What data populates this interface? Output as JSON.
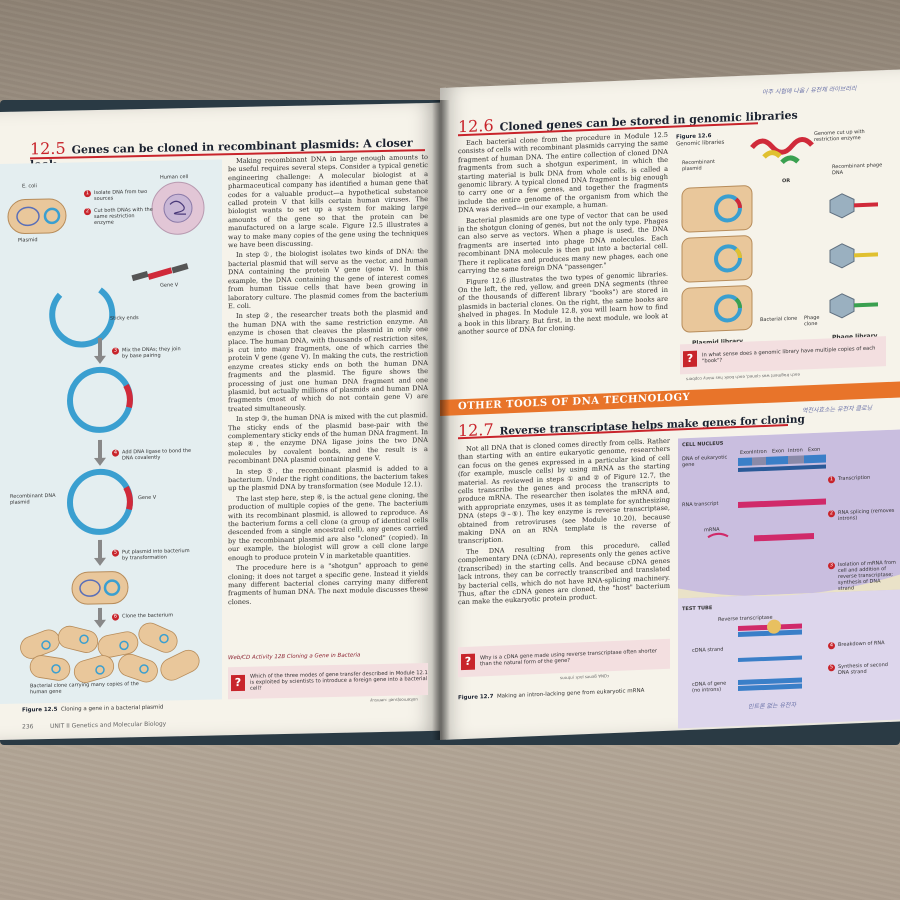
{
  "left_page": {
    "section_number": "12.5",
    "heading": "Genes can be cloned in recombinant plasmids: A closer look",
    "figure": {
      "label_ecoli": "E. coli",
      "label_human_cell": "Human cell",
      "label_plasmid": "Plasmid",
      "label_sticky_ends": "Sticky ends",
      "label_gene_v": "Gene V",
      "label_recombinant": "Recombinant DNA plasmid",
      "label_bacterial_clone": "Bacterial clone carrying many copies of the human gene",
      "steps": [
        {
          "n": "1",
          "text": "Isolate DNA from two sources"
        },
        {
          "n": "2",
          "text": "Cut both DNAs with the same restriction enzyme"
        },
        {
          "n": "3",
          "text": "Mix the DNAs; they join by base pairing"
        },
        {
          "n": "4",
          "text": "Add DNA ligase to bond the DNA covalently"
        },
        {
          "n": "5",
          "text": "Put plasmid into bacterium by transformation"
        },
        {
          "n": "6",
          "text": "Clone the bacterium"
        }
      ],
      "caption_label": "Figure 12.5",
      "caption_text": "Cloning a gene in a bacterial plasmid"
    },
    "paragraphs": [
      "Making recombinant DNA in large enough amounts to be useful requires several steps. Consider a typical genetic engineering challenge: A molecular biologist at a pharmaceutical company has identified a human gene that codes for a valuable product—a hypothetical substance called protein V that kills certain human viruses. The biologist wants to set up a system for making large amounts of the gene so that the protein can be manufactured on a large scale. Figure 12.5 illustrates a way to make many copies of the gene using the techniques we have been discussing.",
      "In step ①, the biologist isolates two kinds of DNA: the bacterial plasmid that will serve as the vector, and human DNA containing the protein V gene (gene V). In this example, the DNA containing the gene of interest comes from human tissue cells that have been growing in laboratory culture. The plasmid comes from the bacterium E. coli.",
      "In step ②, the researcher treats both the plasmid and the human DNA with the same restriction enzyme. An enzyme is chosen that cleaves the plasmid in only one place. The human DNA, with thousands of restriction sites, is cut into many fragments, one of which carries the protein V gene (gene V). In making the cuts, the restriction enzyme creates sticky ends on both the human DNA fragments and the plasmid. The figure shows the processing of just one human DNA fragment and one plasmid, but actually millions of plasmids and human DNA fragments (most of which do not contain gene V) are treated simultaneously.",
      "In step ③, the human DNA is mixed with the cut plasmid. The sticky ends of the plasmid base-pair with the complementary sticky ends of the human DNA fragment. In step ④, the enzyme DNA ligase joins the two DNA molecules by covalent bonds, and the result is a recombinant DNA plasmid containing gene V.",
      "In step ⑤, the recombinant plasmid is added to a bacterium. Under the right conditions, the bacterium takes up the plasmid DNA by transformation (see Module 12.1).",
      "The last step here, step ⑥, is the actual gene cloning, the production of multiple copies of the gene. The bacterium with its recombinant plasmid, is allowed to reproduce. As the bacterium forms a cell clone (a group of identical cells descended from a single ancestral cell), any genes carried by the recombinant plasmid are also \"cloned\" (copied). In our example, the biologist will grow a cell clone large enough to produce protein V in marketable quantities.",
      "The procedure here is a \"shotgun\" approach to gene cloning; it does not target a specific gene. Instead it yields many different bacterial clones carrying many different fragments of human DNA. The next module discusses these clones."
    ],
    "web_activity": "Web/CD Activity 12B  Cloning a Gene in Bacteria",
    "question": "Which of the three modes of gene transfer described in Module 12.1 is exploited by scientists to introduce a foreign gene into a bacterial cell?",
    "answer_footer": "uoitemoojsueil :uemsuy",
    "page_number": "236",
    "running_head": "UNIT II   Genetics and Molecular Biology"
  },
  "right_page": {
    "section_126_number": "12.6",
    "section_126_heading": "Cloned genes can be stored in genomic libraries",
    "paragraphs_126": [
      "Each bacterial clone from the procedure in Module 12.5 consists of cells with recombinant plasmids carrying the same fragment of human DNA. The entire collection of cloned DNA fragments from such a shotgun experiment, in which the starting material is bulk DNA from whole cells, is called a genomic library. A typical cloned DNA fragment is big enough to carry one or a few genes, and together the fragments include the entire genome of the organism from which the DNA was derived—in our example, a human.",
      "Bacterial plasmids are one type of vector that can be used in the shotgun cloning of genes, but not the only type. Phages can also serve as vectors. When a phage is used, the DNA fragments are inserted into phage DNA molecules. Each recombinant DNA molecule is then put into a bacterial cell. There it replicates and produces many new phages, each one carrying the same foreign DNA \"passenger.\"",
      "Figure 12.6 illustrates the two types of genomic libraries. On the left, the red, yellow, and green DNA segments (three of the thousands of different library \"books\") are stored in plasmids in bacterial clones. On the right, the same books are shelved in phages. In Module 12.8, you will learn how to find a book in this library. But first, in the next module, we look at another source of DNA for cloning."
    ],
    "fig126": {
      "title": "Figure 12.6",
      "subtitle": "Genomic libraries",
      "label_genome": "Genome cut up with restriction enzyme",
      "label_recomb_plasmid": "Recombinant plasmid",
      "label_or": "OR",
      "label_recomb_phage": "Recombinant phage DNA",
      "label_bacterial_clone": "Bacterial clone",
      "label_phage_clone": "Phage clone",
      "label_plasmid_library": "Plasmid library",
      "label_phage_library": "Phage library",
      "question": "In what sense does a genomic library have multiple copies of each \"book\"?",
      "answer_footer": "sɹaqdoɔ ʎuɐɯ sɐɥ ʞooq ɥɔɐǝ 'pǝuolɔ sɐʍ ʇuǝɯƃɐɹɟ ɥɔɐǝ"
    },
    "banner": "OTHER TOOLS OF DNA TECHNOLOGY",
    "section_127_number": "12.7",
    "section_127_heading": "Reverse transcriptase helps make genes for cloning",
    "paragraphs_127": [
      "Not all DNA that is cloned comes directly from cells. Rather than starting with an entire eukaryotic genome, researchers can focus on the genes expressed in a particular kind of cell (for example, muscle cells) by using mRNA as the starting material. As reviewed in steps ① and ② of Figure 12.7, the cells transcribe the genes and process the transcripts to produce mRNA. The researcher then isolates the mRNA and, with appropriate enzymes, uses it as template for synthesizing DNA (steps ③–⑤). The key enzyme is reverse transcriptase, obtained from retroviruses (see Module 10.20), because making DNA on an RNA template is the reverse of transcription.",
      "The DNA resulting from this procedure, called complementary DNA (cDNA), represents only the genes active (transcribed) in the starting cells. And because cDNA genes lack introns, they can be correctly transcribed and translated by bacterial cells, which do not have RNA-splicing machinery. Thus, after the cDNA genes are cloned, the \"host\" bacterium can make the eukaryotic protein product."
    ],
    "question_127": "Why is a cDNA gene made using reverse transcriptase often shorter than the natural form of the gene?",
    "answer_127": "suoɹʇui ʞɔɐl sǝuǝƃ ∀NDɔ",
    "fig127": {
      "cell_nucleus": "CELL NUCLEUS",
      "dna_label": "DNA of eukaryotic gene",
      "exon": "Exon",
      "intron": "Intron",
      "rna_label": "RNA transcript",
      "mrna_label": "mRNA",
      "test_tube": "TEST TUBE",
      "reverse_transcriptase": "Reverse transcriptase",
      "cdna_strand": "cDNA strand",
      "cdna_of_gene": "cDNA of gene (no introns)",
      "steps": [
        {
          "n": "1",
          "text": "Transcription"
        },
        {
          "n": "2",
          "text": "RNA splicing (removes introns)"
        },
        {
          "n": "3",
          "text": "Isolation of mRNA from cell and addition of reverse transcriptase; synthesis of DNA strand"
        },
        {
          "n": "4",
          "text": "Breakdown of RNA"
        },
        {
          "n": "5",
          "text": "Synthesis of second DNA strand"
        }
      ],
      "caption_label": "Figure 12.7",
      "caption_text": "Making an intron-lacking gene from eukaryotic mRNA"
    },
    "handwritten_top": "아주 시험에 나옴 / 유전체 라이브러리",
    "handwritten_127": "역전사효소는 유전자 클로닝",
    "handwritten_bottom": "인트론 없는 유전자"
  },
  "colors": {
    "accent_red": "#c8242b",
    "banner_orange": "#e8742a",
    "figure_bg": "#e4eef0",
    "plasmid_blue": "#3a9fd0"
  }
}
